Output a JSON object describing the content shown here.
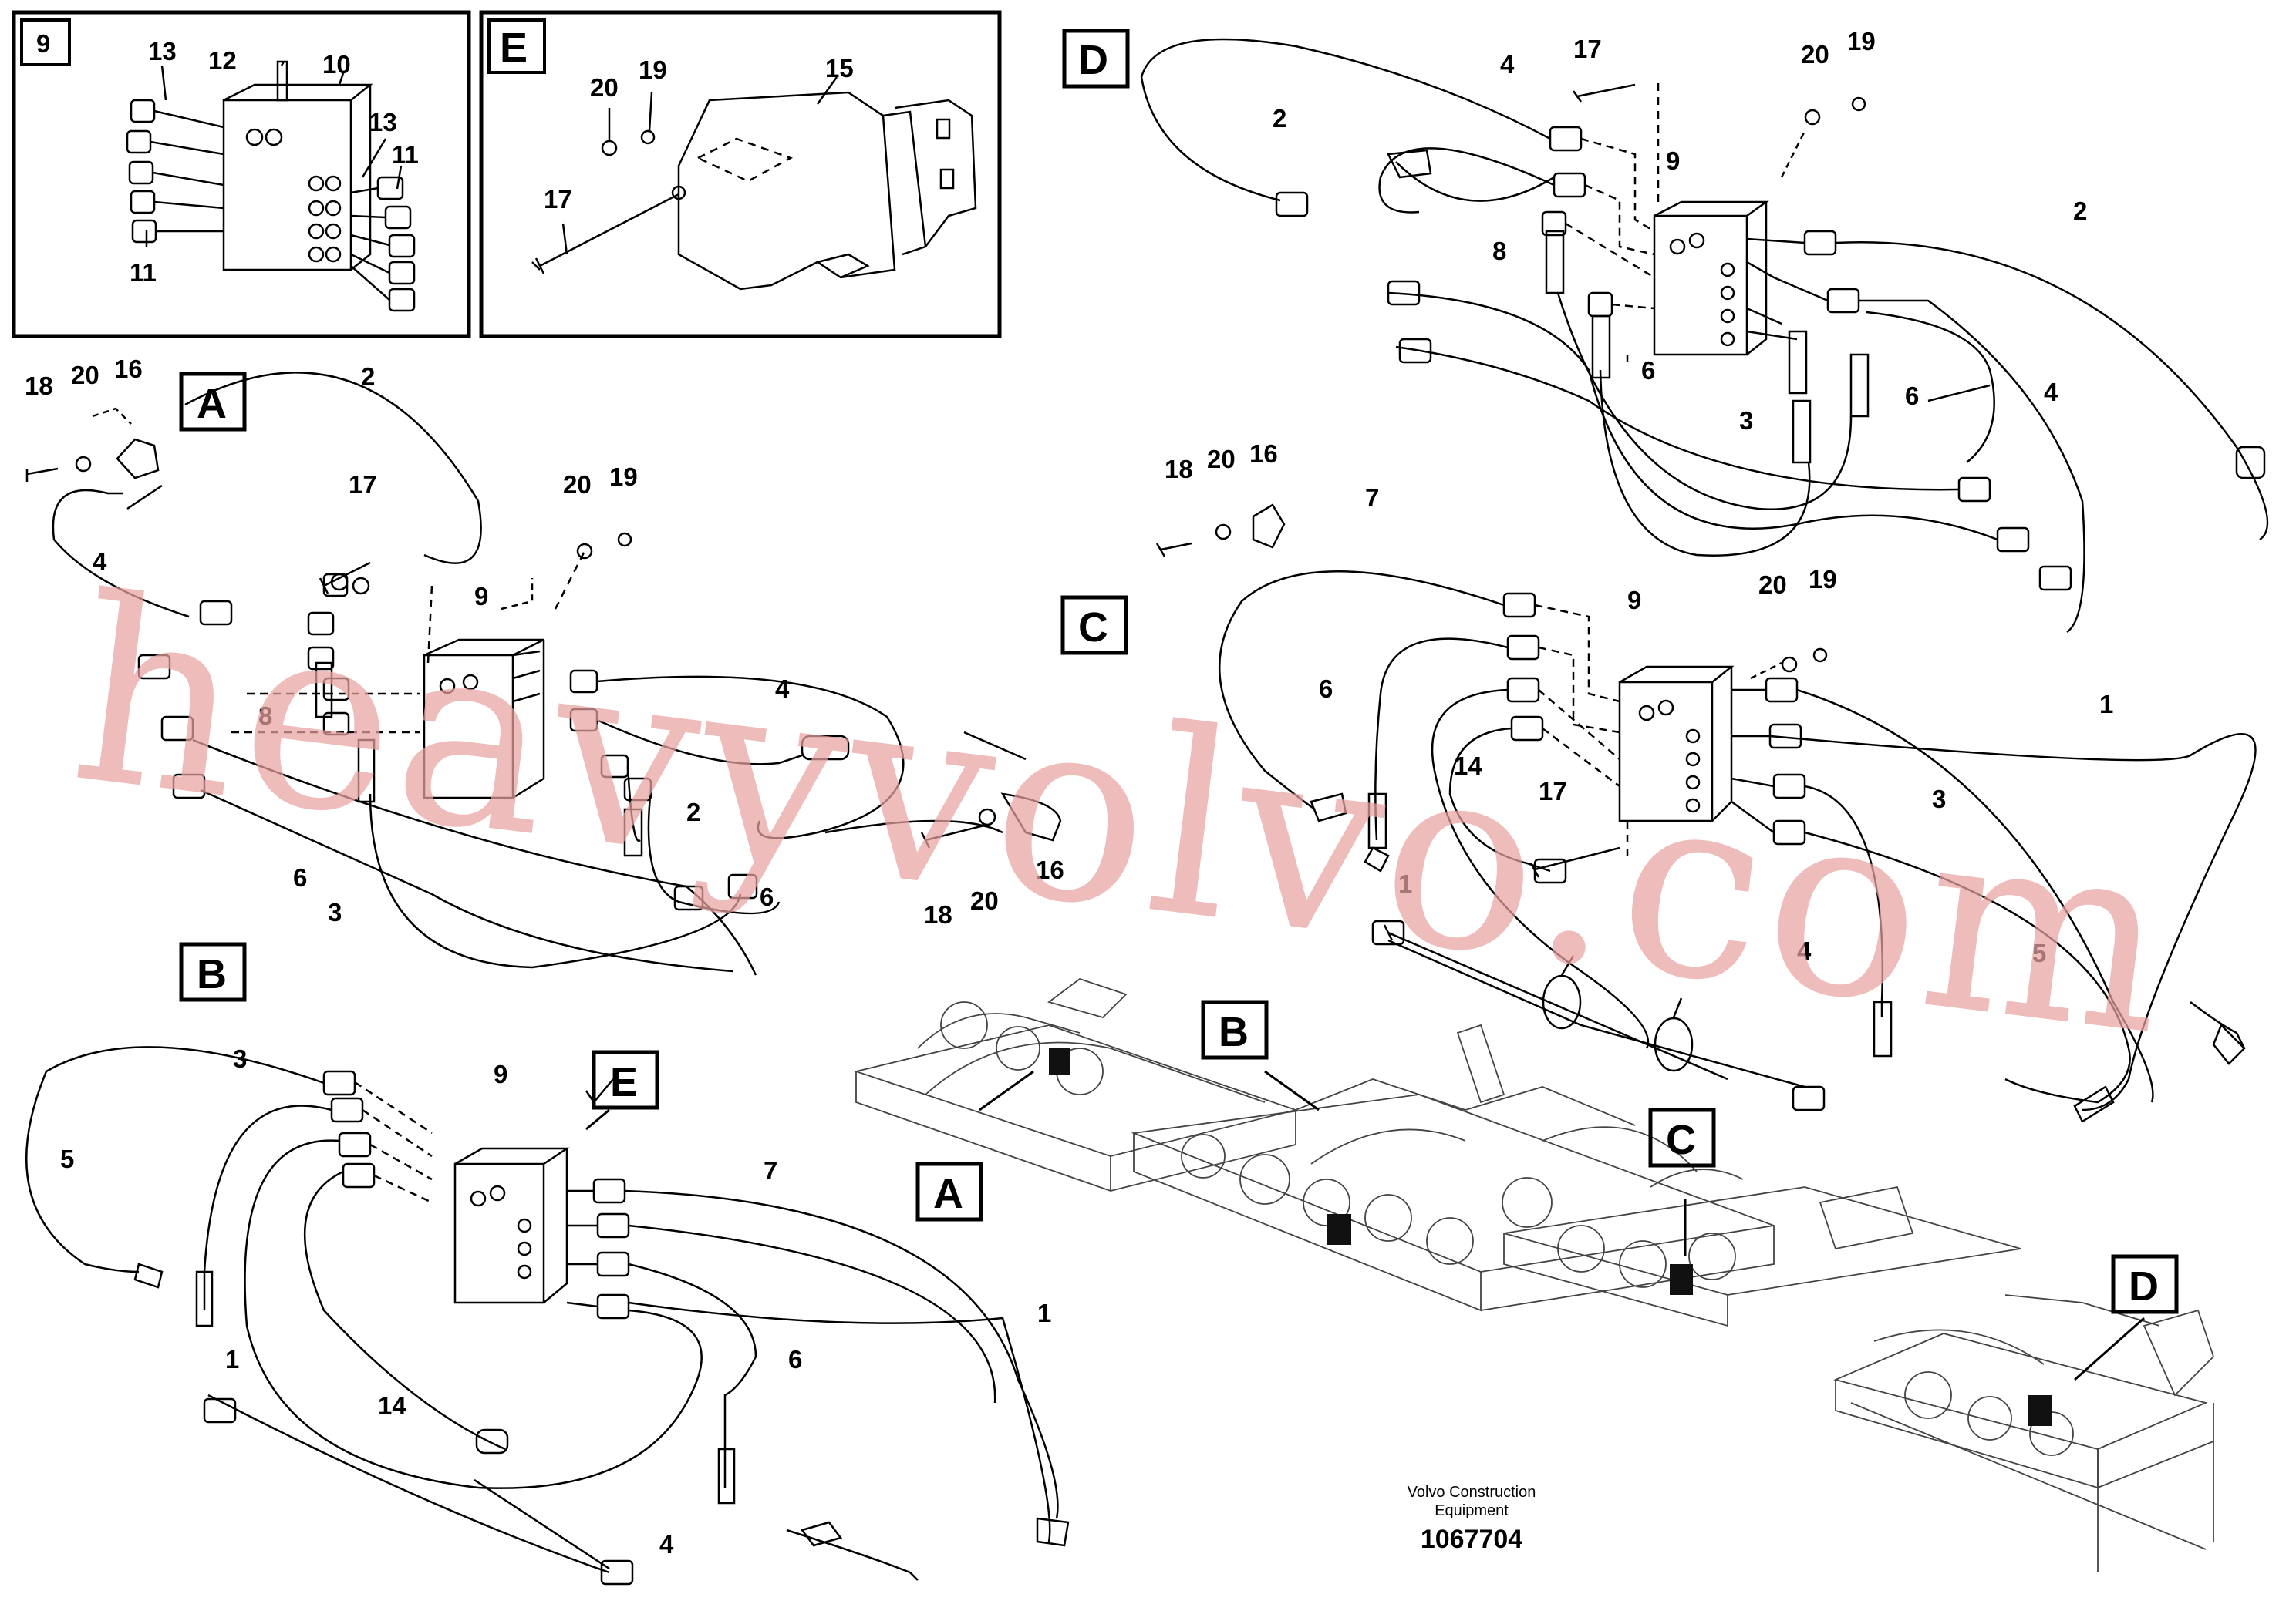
{
  "watermark": "heavyvolvo.com",
  "caption": {
    "line1": "Volvo Construction",
    "line2": "Equipment",
    "part_number": "1067704"
  },
  "view_labels": {
    "A": "A",
    "B": "B",
    "C": "C",
    "D": "D",
    "E": "E",
    "detail9": "9"
  },
  "callouts": {
    "d9": [
      "13",
      "12",
      "10",
      "13",
      "11",
      "11"
    ],
    "dE": [
      "20",
      "19",
      "15",
      "17"
    ],
    "vA": [
      "18",
      "20",
      "16",
      "2",
      "17",
      "20",
      "19",
      "4",
      "9",
      "4",
      "8",
      "2",
      "6",
      "3",
      "6",
      "18",
      "20",
      "16"
    ],
    "vB": [
      "9",
      "3",
      "5",
      "7",
      "1",
      "1",
      "14",
      "6",
      "4"
    ],
    "vD": [
      "2",
      "4",
      "17",
      "20",
      "19",
      "9",
      "8",
      "6",
      "3",
      "6",
      "2",
      "4"
    ],
    "vC": [
      "18",
      "20",
      "16",
      "7",
      "9",
      "20",
      "19",
      "6",
      "14",
      "17",
      "1",
      "3",
      "1",
      "4",
      "5"
    ],
    "assembly": [
      "B",
      "A",
      "C",
      "D"
    ]
  }
}
